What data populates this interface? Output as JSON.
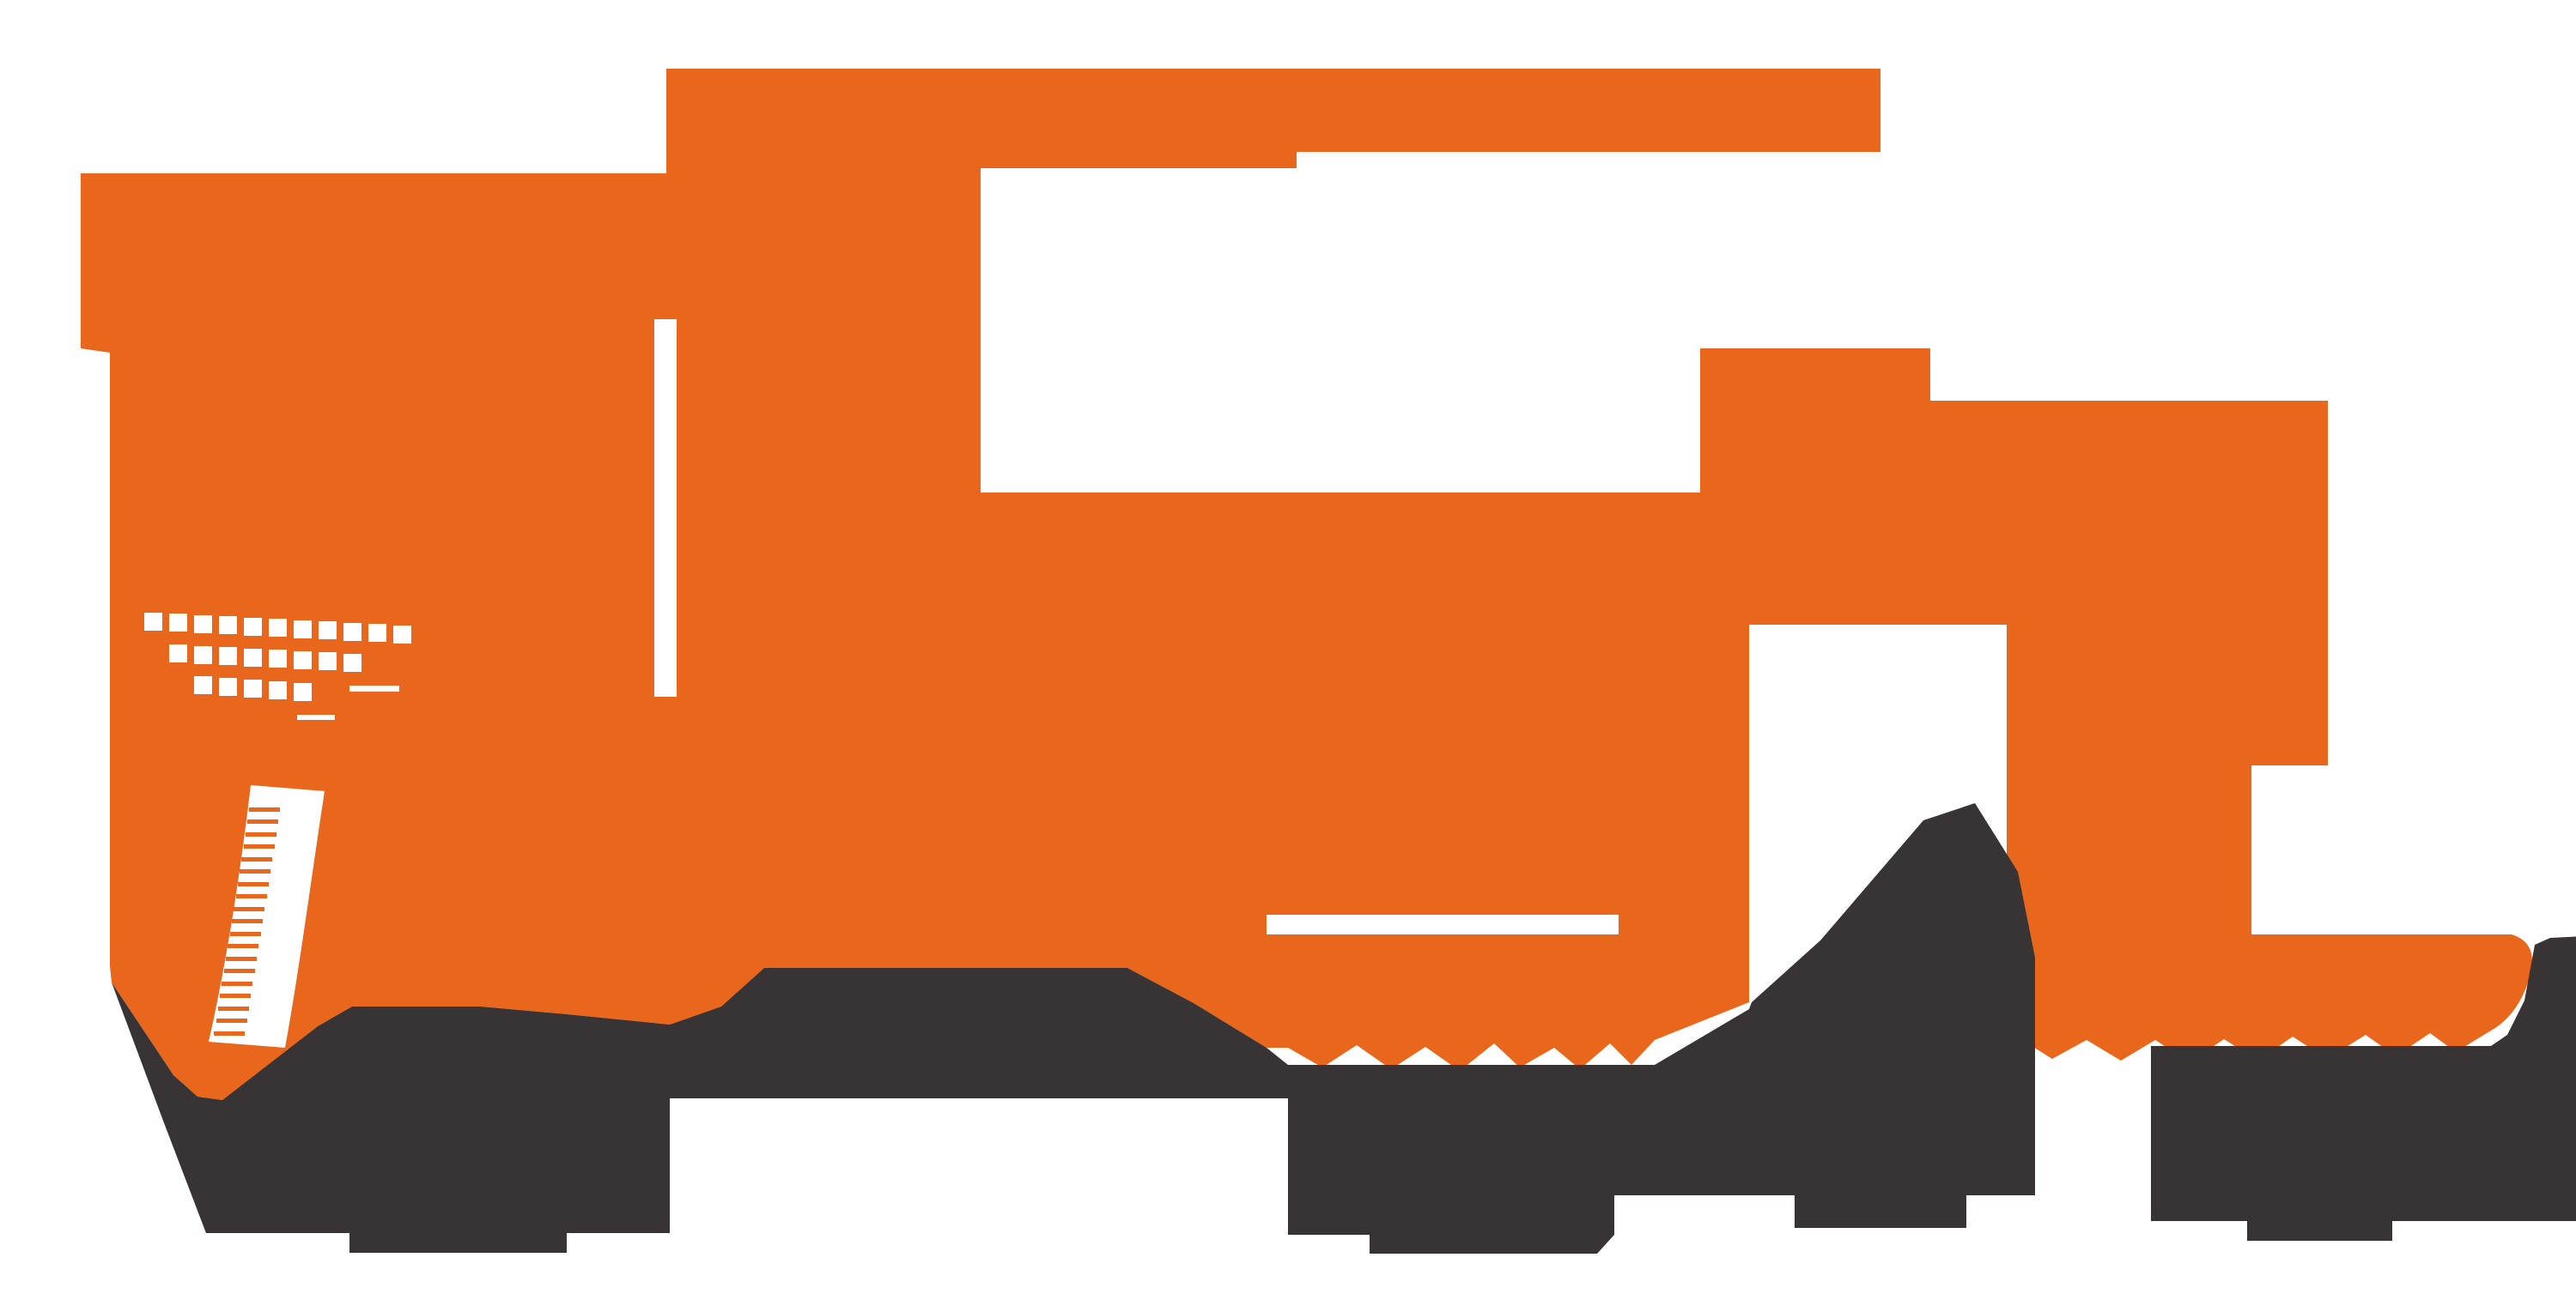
{
  "illustration": {
    "title": "Orange flatbed tow truck clipart",
    "description": "Flat two-tone side-view illustration of a flatbed wrecker truck facing left: solid orange body with a long top rail, white cutout details (vertical window slit, dotted grille grid, curved ruler-striped mud flap), and dark charcoal wheel and undercarriage silhouettes with fringed tread edges, on a plain white background.",
    "background": "#ffffff",
    "colors": {
      "primary_orange": "#e8671c",
      "shadow_gray": "#383334",
      "background": "#ffffff"
    },
    "elements": [
      "truck-body",
      "flatbed-top-rail",
      "cargo-block",
      "rear-curved-skirt",
      "window-slit-cutout",
      "grille-dot-grid",
      "ruler-mudflap-cutout",
      "white-divider-sliver",
      "front-wheels-shadow",
      "rear-wheels-shadow",
      "trailer-wheels-shadow"
    ]
  }
}
